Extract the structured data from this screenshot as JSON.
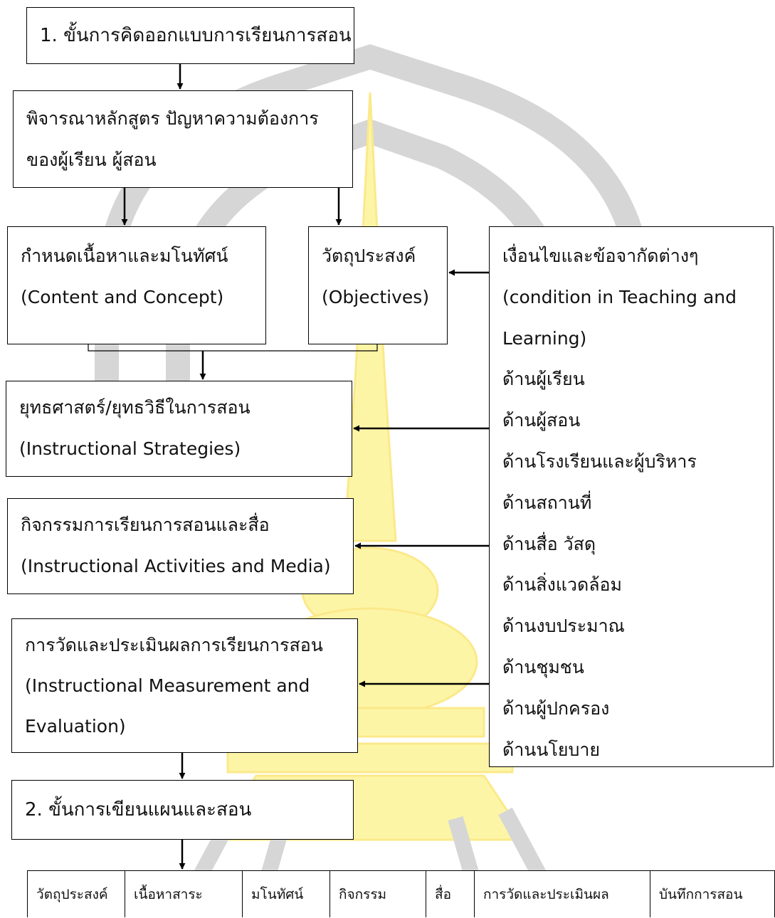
{
  "boxes": {
    "step1": "1. ขั้นการคิดออกแบบการเรียนการสอน",
    "consider": [
      "พิจารณาหลักสูตร ปัญหาความต้องการ",
      "ของผู้เรียน ผู้สอน"
    ],
    "content": [
      "กำหนดเนื้อหาและมโนทัศน์",
      "(Content and Concept)"
    ],
    "objectives": [
      "วัตถุประสงค์",
      "(Objectives)"
    ],
    "conditions": [
      "เงื่อนไขและข้อจากัดต่างๆ",
      "(condition in Teaching and",
      "Learning)",
      "ด้านผู้เรียน",
      "ด้านผู้สอน",
      "ด้านโรงเรียนและผู้บริหาร",
      "ด้านสถานที่",
      "ด้านสื่อ วัสดุ",
      "ด้านสิ่งแวดล้อม",
      "ด้านงบประมาณ",
      "ด้านชุมชน",
      "ด้านผู้ปกครอง",
      "ด้านนโยบาย"
    ],
    "strategies": [
      "ยุทธศาสตร์/ยุทธวิธีในการสอน",
      "(Instructional Strategies)"
    ],
    "activities": [
      "กิจกรรมการเรียนการสอนและสื่อ",
      "(Instructional Activities and Media)"
    ],
    "evaluation": [
      "การวัดและประเมินผลการเรียนการสอน",
      "(Instructional Measurement and",
      "Evaluation)"
    ],
    "step2": "2. ขั้นการเขียนแผนและสอน"
  },
  "plan_columns": [
    "วัตถุประสงค์",
    "เนื้อหาสาระ",
    "มโนทัศน์",
    "กิจกรรม",
    "สื่อ",
    "การวัดและประเมินผล",
    "บันทึกการสอน"
  ],
  "colors": {
    "line": "#000000",
    "watermark_gray": "#d4d4d4",
    "watermark_yellow": "#fdf5a0"
  }
}
